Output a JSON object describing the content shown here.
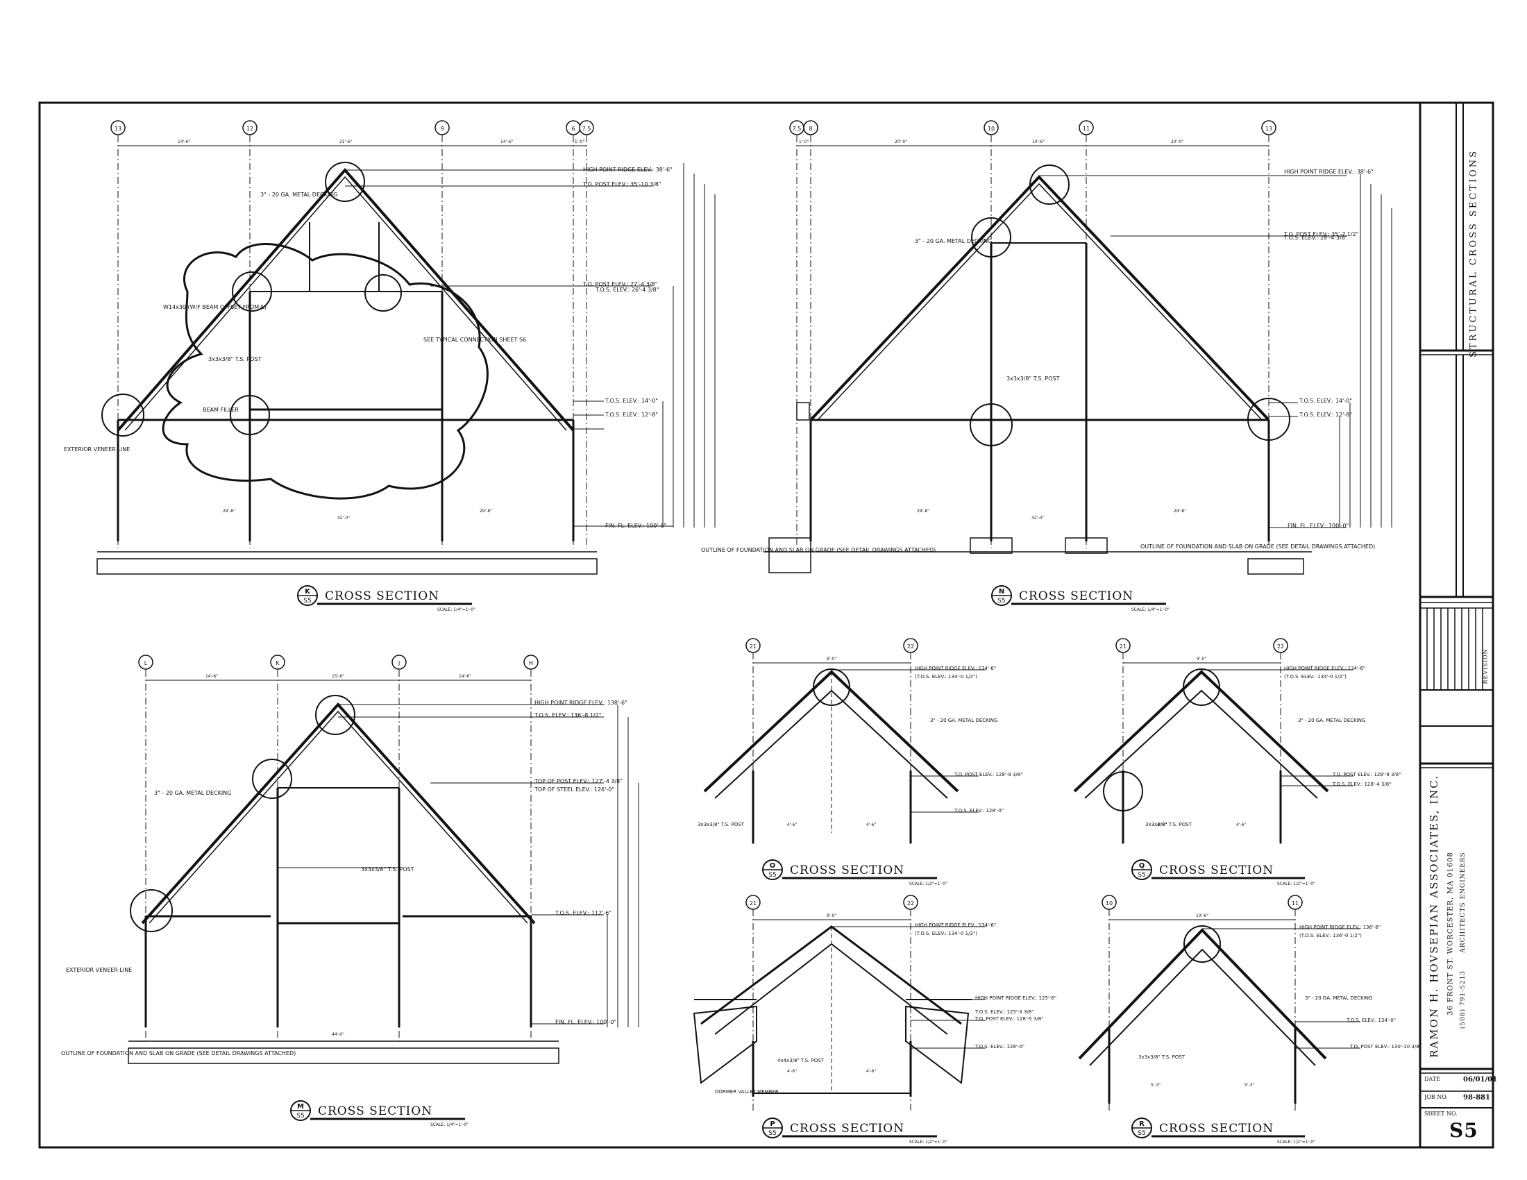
{
  "sheet": {
    "title": "STRUCTURAL CROSS SECTIONS",
    "firm_name": "RAMON H. HOVSEPIAN ASSOCIATES, INC.",
    "firm_line2": "ARCHITECTS  ENGINEERS",
    "firm_address": "36 FRONT ST. WORCESTER, MA 01608",
    "firm_phone": "(508) 791-5213",
    "revision_label": "REVISION",
    "date_label": "DATE",
    "date_value": "06/01/01",
    "job_label": "JOB NO.",
    "job_value": "98-881",
    "sheet_no_label": "SHEET NO.",
    "sheet_no": "S5"
  },
  "sections": [
    {
      "id": "K",
      "sheet": "S5",
      "title": "CROSS SECTION",
      "scale": "SCALE: 1/4\"=1'-0\"",
      "grids": [
        "13",
        "12",
        "9",
        "6",
        "7.5"
      ],
      "dims_top": [
        "14'-6\"",
        "21'-6\"",
        "14'-6\"",
        "1'-0\""
      ],
      "dims_bottom": [
        "32'-0\"",
        "29'-8\"",
        "29'-8\""
      ],
      "notes": [
        "HIGH POINT RIDGE ELEV.: 38'-6\"",
        "T.O. POST ELEV.: 35'-10 3/8\"",
        "T.O. POST ELEV.: 27'-4 3/8\"",
        "T.O.S. ELEV.: 26'-4 3/8\"",
        "T.O.S. ELEV.: 14'-0\"",
        "T.O.S. ELEV.: 12'-8\"",
        "FIN. FL. ELEV.: 100'-0\"",
        "3\" - 20 GA. METAL DECKING",
        "W14x30 (W/F BEAM OFFSET FROM ℄)",
        "3x3x3/8\" T.S. POST",
        "BEAM FILLER",
        "EXTERIOR VENEER LINE",
        "SEE TYPICAL CONNECTION SHEET S6",
        "OUTLINE OF FOUNDATION AND SLAB ON GRADE (SEE DETAIL DRAWINGS ATTACHED)"
      ]
    },
    {
      "id": "N",
      "sheet": "S5",
      "title": "CROSS SECTION",
      "scale": "SCALE: 1/4\"=1'-0\"",
      "grids": [
        "7.5",
        "8",
        "10",
        "11",
        "13"
      ],
      "dims_top": [
        "1'-0\"",
        "20'-0\"",
        "10'-6\"",
        "20'-0\""
      ],
      "dims_bottom": [
        "32'-0\"",
        "29'-8\"",
        "29'-8\""
      ],
      "notes": [
        "HIGH POINT RIDGE ELEV.: 38'-6\"",
        "T.O. POST ELEV.: 35'-7 1/2\"",
        "T.O.S. ELEV.: 28'-4 3/8\"",
        "T.O.S. ELEV.: 14'-0\"",
        "T.O.S. ELEV.: 12'-8\"",
        "FIN. FL. ELEV.: 100'-0\"",
        "3\" - 20 GA. METAL DECKING",
        "3x3x3/8\" T.S. POST",
        "OUTLINE OF FOUNDATION AND SLAB ON GRADE (SEE DETAIL DRAWINGS ATTACHED)"
      ]
    },
    {
      "id": "M",
      "sheet": "S5",
      "title": "CROSS SECTION",
      "scale": "SCALE: 1/4\"=1'-0\"",
      "grids": [
        "L",
        "K",
        "J",
        "H"
      ],
      "dims_top": [
        "14'-6\"",
        "15'-6\"",
        "14'-6\""
      ],
      "dims_bottom": [
        "44'-0\""
      ],
      "notes": [
        "HIGH POINT RIDGE ELEV.: 138'-6\"",
        "T.O.S. ELEV.: 136'-8 1/2\"",
        "TOP OF POST ELEV.: 127'-4 3/8\"",
        "TOP OF STEEL ELEV.: 126'-0\"",
        "T.O.S. ELEV.: 112'-6\"",
        "FIN. FL. ELEV.: 100'-0\"",
        "3\" - 20 GA. METAL DECKING",
        "3x3x3/8\" T.S. POST",
        "EXTERIOR VENEER LINE",
        "OUTLINE OF FOUNDATION AND SLAB ON GRADE (SEE DETAIL DRAWINGS ATTACHED)"
      ]
    },
    {
      "id": "O",
      "sheet": "S5",
      "title": "CROSS SECTION",
      "scale": "SCALE: 1/2\"=1'-0\"",
      "grids": [
        "21",
        "22"
      ],
      "dims_top": [
        "9'-0\""
      ],
      "dims_bottom": [
        "4'-6\"",
        "4'-6\""
      ],
      "notes": [
        "HIGH POINT RIDGE ELEV.: 134'-6\"",
        "(T.O.S. ELEV.: 134'-0 1/2\")",
        "3\" - 20 GA. METAL DECKING",
        "T.O. POST ELEV.: 128'-9 3/8\"",
        "T.O.S. ELEV.: 128'-0\"",
        "3x3x3/8\" T.S. POST"
      ]
    },
    {
      "id": "Q",
      "sheet": "S5",
      "title": "CROSS SECTION",
      "scale": "SCALE: 1/2\"=1'-0\"",
      "grids": [
        "21",
        "22"
      ],
      "dims_top": [
        "9'-0\""
      ],
      "dims_bottom": [
        "4'-6\"",
        "4'-6\""
      ],
      "notes": [
        "HIGH POINT RIDGE ELEV.: 134'-6\"",
        "(T.O.S. ELEV.: 134'-0 1/2\")",
        "3\" - 20 GA. METAL DECKING",
        "T.O. POST ELEV.: 128'-9 3/8\"",
        "T.O.S. ELEV.: 128'-4 3/8\"",
        "3x3x3/8\" T.S. POST"
      ]
    },
    {
      "id": "P",
      "sheet": "S5",
      "title": "CROSS SECTION",
      "scale": "SCALE: 1/2\"=1'-0\"",
      "grids": [
        "21",
        "22"
      ],
      "dims_top": [
        "9'-0\""
      ],
      "dims_bottom": [
        "4'-6\"",
        "4'-6\""
      ],
      "notes": [
        "HIGH POINT RIDGE ELEV.: 134'-6\"",
        "(T.O.S. ELEV.: 134'-0 1/2\")",
        "HIGH POINT RIDGE ELEV.: 125'-6\"",
        "T.O.S. ELEV.: 125'-3 3/8\"",
        "T.O. POST ELEV.: 128'-5 3/8\"",
        "T.O.S. ELEV.: 128'-0\"",
        "4x4x3/8\" T.S. POST",
        "DORMER VALLEY MEMBER"
      ]
    },
    {
      "id": "R",
      "sheet": "S5",
      "title": "CROSS SECTION",
      "scale": "SCALE: 1/2\"=1'-0\"",
      "grids": [
        "10",
        "11"
      ],
      "dims_top": [
        "10'-6\""
      ],
      "dims_bottom": [
        "5'-3\"",
        "5'-3\""
      ],
      "notes": [
        "HIGH POINT RIDGE ELEV.: 136'-6\"",
        "(T.O.S. ELEV.: 136'-0 1/2\")",
        "3\" - 20 GA. METAL DECKING",
        "T.O.S. ELEV.: 134'-0\"",
        "T.O. POST ELEV.: 130'-10 3/8\"",
        "3x3x3/8\" T.S. POST"
      ]
    }
  ]
}
